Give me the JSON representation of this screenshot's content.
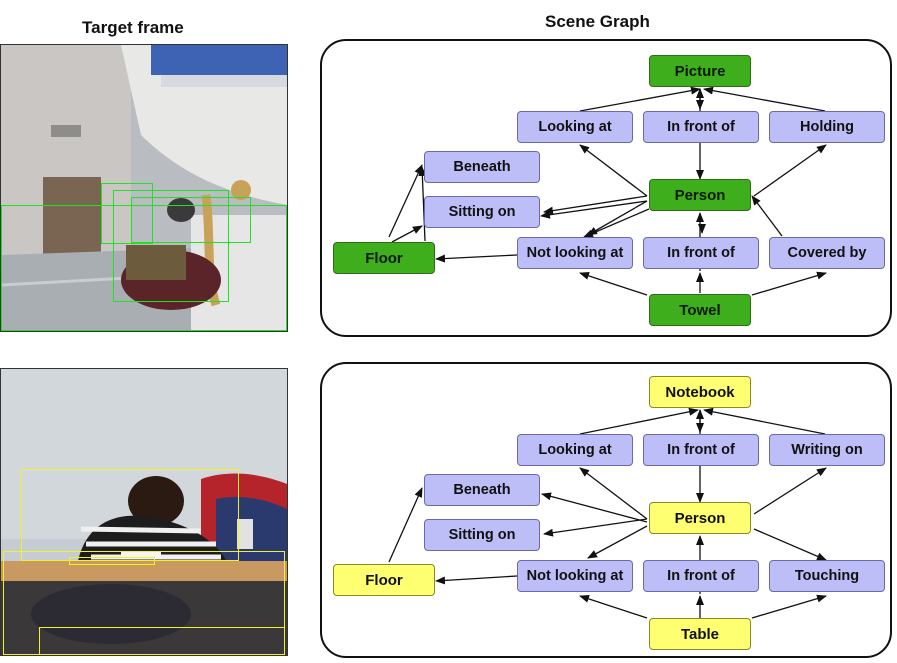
{
  "headings": {
    "target_frame": "Target frame",
    "scene_graph": "Scene Graph"
  },
  "colors": {
    "object_green": "#3fae1c",
    "object_yellow": "#ffff72",
    "relation": "#bdbdf7",
    "bbox_green": "#22e022",
    "bbox_yellow": "#f2f22a"
  },
  "graphs": [
    {
      "theme": "green",
      "objects": {
        "top": "Picture",
        "center": "Person",
        "left": "Floor",
        "bottom": "Towel"
      },
      "relations": {
        "top_left": "Looking at",
        "top_mid": "In front of",
        "top_right": "Holding",
        "beneath": "Beneath",
        "sitting": "Sitting on",
        "bot_left": "Not looking at",
        "bot_mid": "In front of",
        "bot_right": "Covered by"
      }
    },
    {
      "theme": "yellow",
      "objects": {
        "top": "Notebook",
        "center": "Person",
        "left": "Floor",
        "bottom": "Table"
      },
      "relations": {
        "top_left": "Looking at",
        "top_mid": "In front of",
        "top_right": "Writing on",
        "beneath": "Beneath",
        "sitting": "Sitting on",
        "bot_left": "Not looking at",
        "bot_mid": "In front of",
        "bot_right": "Touching"
      }
    }
  ]
}
